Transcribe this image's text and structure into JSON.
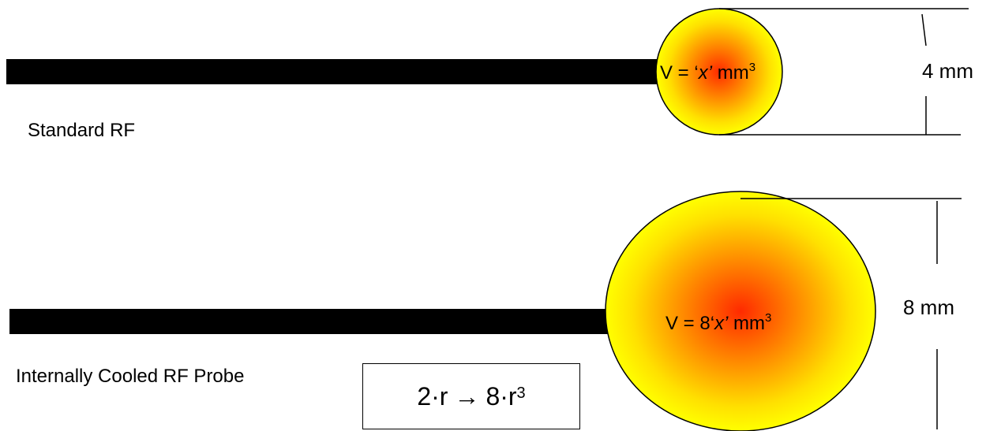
{
  "standard": {
    "label": "Standard RF",
    "volume_prefix": "V = ‘",
    "volume_var": "x’",
    "volume_unit": " mm",
    "volume_exp": "3",
    "dimension": "4 mm"
  },
  "cooled": {
    "label": "Internally Cooled RF Probe",
    "volume_prefix": "V = 8‘",
    "volume_var": "x’",
    "volume_unit": " mm",
    "volume_exp": "3",
    "dimension": "8 mm"
  },
  "formula": {
    "lhs": "2·r",
    "arrow": "→",
    "rhs": "8·r",
    "rhs_exp": "3"
  },
  "colors": {
    "probe": "#000000",
    "zone_core": "#ff2a00",
    "zone_mid": "#ff8c00",
    "zone_edge": "#ffff00"
  }
}
